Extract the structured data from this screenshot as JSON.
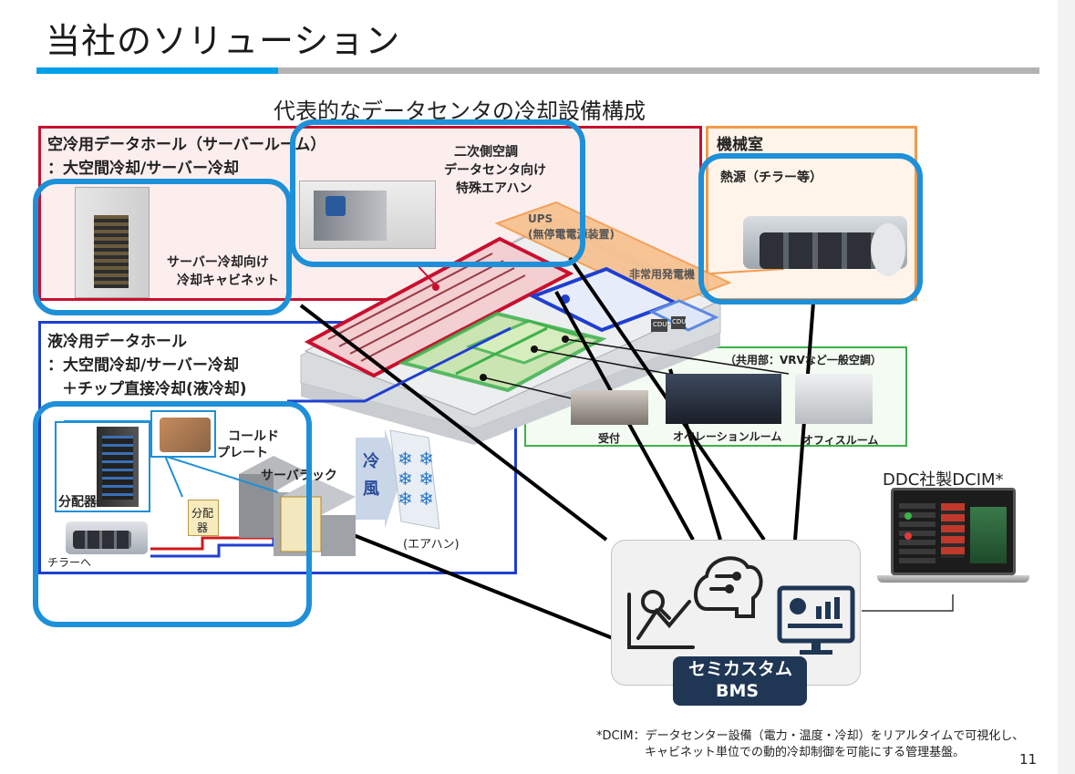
{
  "slide": {
    "title": "当社のソリューション",
    "page_number": "11"
  },
  "diagram": {
    "subtitle": "代表的なデータセンタの冷却設備構成",
    "air_hall": {
      "heading_line1": "空冷用データホール（サーバールーム）",
      "heading_line2": "：大空間冷却/サーバー冷却",
      "cabinet_label_line1": "サーバー冷却向け",
      "cabinet_label_line2": "冷却キャビネット",
      "ahu_label_line1": "二次側空調",
      "ahu_label_line2": "データセンタ向け",
      "ahu_label_line3": "特殊エアハン"
    },
    "machine_room": {
      "heading": "機械室",
      "heat_source": "熱源（チラー等）"
    },
    "building": {
      "ups_line1": "UPS",
      "ups_line2": "(無停電電源装置)",
      "generator": "非常用発電機",
      "cdu1": "CDU",
      "cdu2": "CDU"
    },
    "liquid_hall": {
      "heading_line1": "液冷用データホール",
      "heading_line2": "：大空間冷却/サーバー冷却",
      "heading_line3": "＋チップ直接冷却(液冷却)",
      "cold_plate_line1": "コールド",
      "cold_plate_line2": "プレート",
      "server_rack": "サーバラック",
      "distributor": "分配器",
      "distributor_small_line1": "分配",
      "distributor_small_line2": "器",
      "chiller_to": "チラーへ",
      "cold_wind_line1": "冷",
      "cold_wind_line2": "風",
      "ahu_paren": "(エアハン)"
    },
    "common_area": {
      "heading": "（共用部：VRVなど一般空調）",
      "reception": "受付",
      "operation_room": "オペレーションルーム",
      "office_room": "オフィスルーム"
    },
    "bms": {
      "line1": "セミカスタム",
      "line2": "BMS"
    },
    "dcim": {
      "label": "DDC社製DCIM*"
    },
    "footnote": {
      "line1": "*DCIM：データセンター設備（電力・温度・冷却）をリアルタイムで可視化し、",
      "line2": "キャビネット単位での動的冷却制御を可能にする管理基盤。"
    }
  },
  "colors": {
    "accent_blue": "#00a0e9",
    "callout_blue": "#1e90d8",
    "air_hall_red": "#c8102e",
    "machine_orange": "#f39a4a",
    "liquid_blue": "#1f3fd0",
    "common_green": "#3db04b",
    "bms_navy": "#1f3654"
  }
}
